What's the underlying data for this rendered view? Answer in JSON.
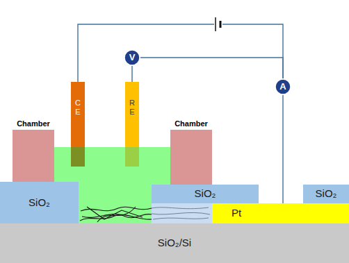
{
  "diagram": {
    "nodes": [
      {
        "text": [
          "V"
        ]
      },
      {
        "text": [
          "C E"
        ]
      },
      {
        "text": [
          "R E"
        ]
      },
      {
        "text": [
          "A"
        ]
      },
      {
        "text": [
          "Chamber"
        ]
      },
      {
        "text": [
          "Chamber"
        ]
      },
      {
        "text": [
          "SiO₂"
        ]
      },
      {
        "text": [
          "SiO₂"
        ]
      },
      {
        "text": [
          "SiO₂"
        ]
      },
      {
        "text": [
          "Pt"
        ]
      },
      {
        "text": [
          "SiO₂/Si"
        ]
      }
    ],
    "edges": [
      {
        "from": 2,
        "to": 0,
        "arrow": "none"
      },
      {
        "from": 0,
        "to": 3,
        "arrow": "none"
      },
      {
        "from": 1,
        "to": 3,
        "arrow": "none"
      },
      {
        "from": 3,
        "to": 9,
        "arrow": "none"
      }
    ]
  }
}
